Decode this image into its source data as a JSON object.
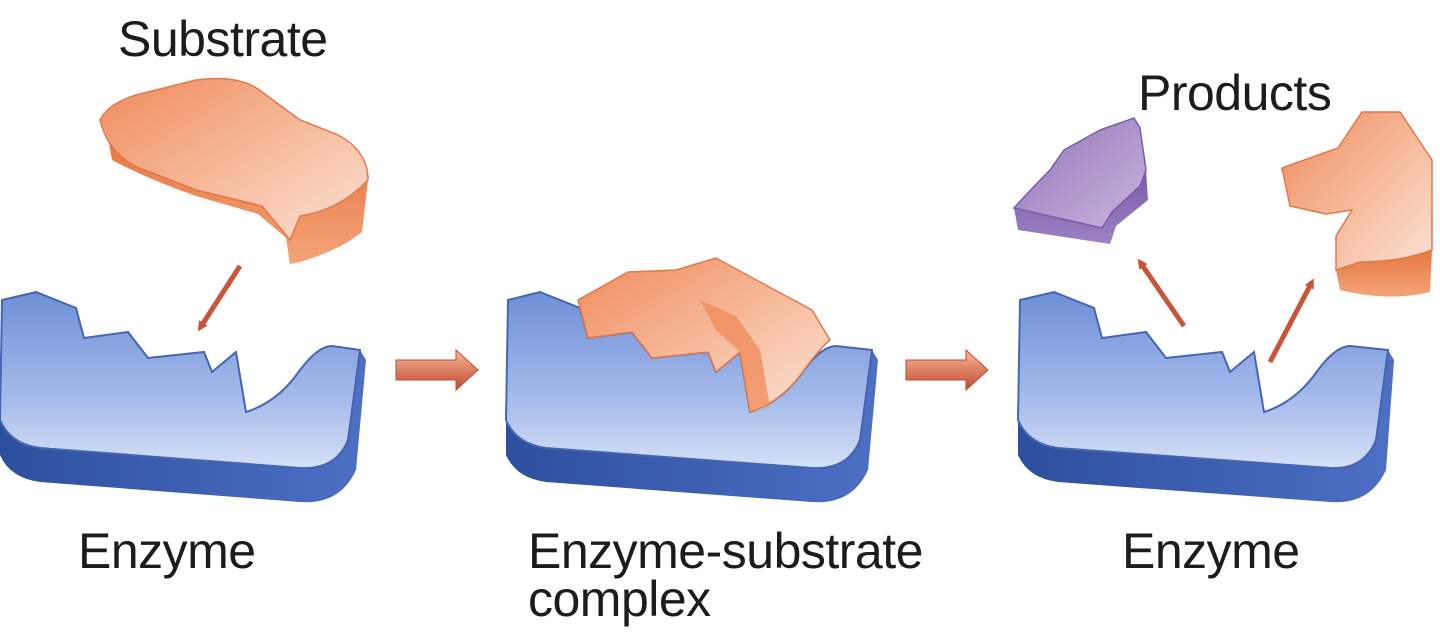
{
  "labels": {
    "substrate": "Substrate",
    "products": "Products",
    "enzyme_left": "Enzyme",
    "complex_line1": "Enzyme-substrate",
    "complex_line2": "complex",
    "enzyme_right": "Enzyme"
  },
  "colors": {
    "enzyme_top": "#5a7fca",
    "enzyme_side": "#3454a6",
    "substrate_top": "#f5b08c",
    "substrate_side": "#e06c3c",
    "product_purple_top": "#a58dc4",
    "product_purple_side": "#7d5ea8",
    "arrow": "#c8553a"
  }
}
